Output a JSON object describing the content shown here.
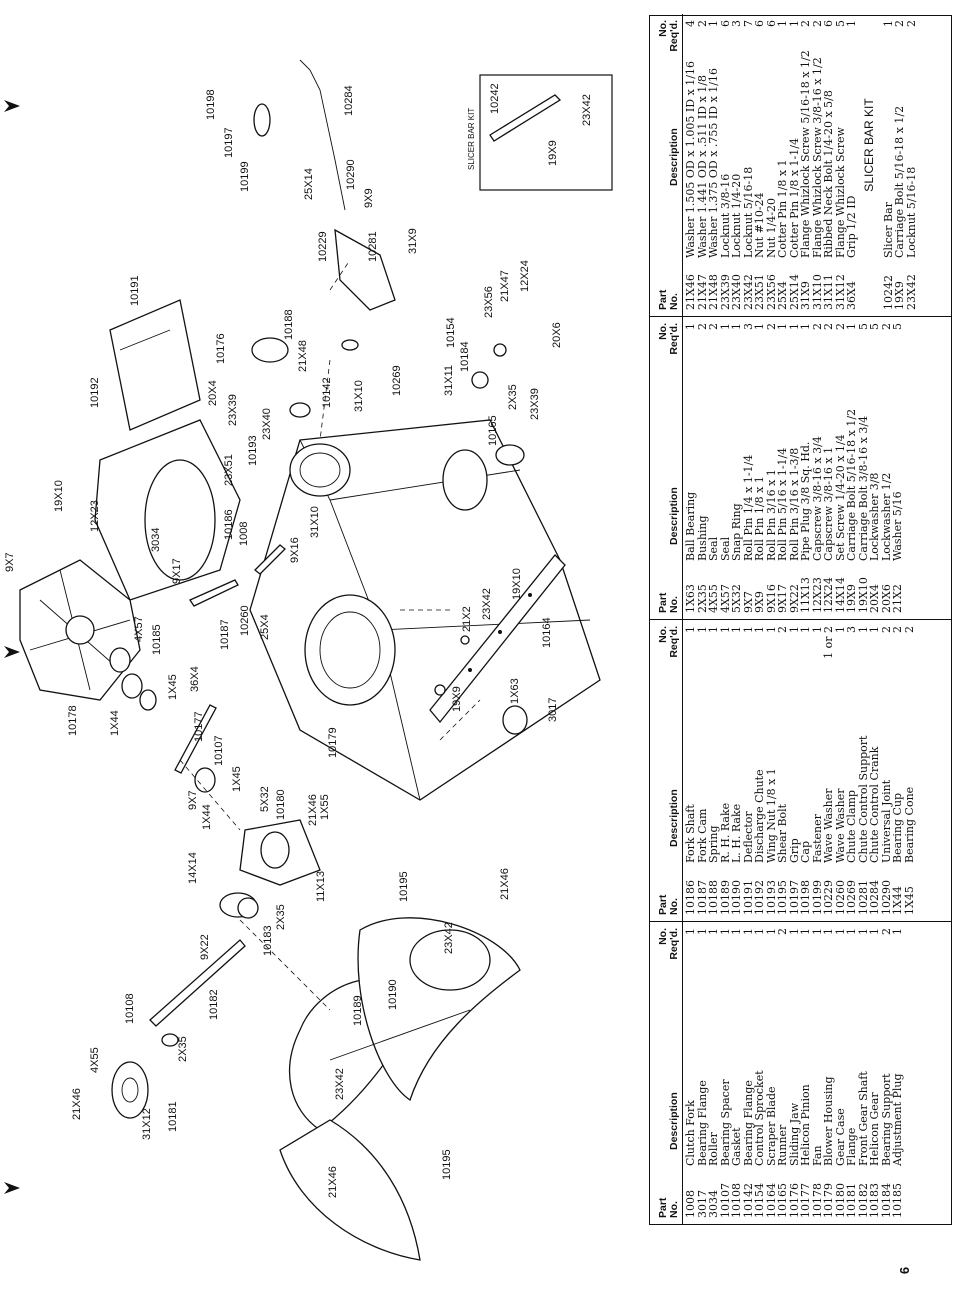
{
  "diagram": {
    "callouts": {
      "c21X46a": "21X46",
      "c4X55": "4X55",
      "c10108": "10108",
      "c31X12": "31X12",
      "c10181": "10181",
      "c2X35a": "2X35",
      "c10182": "10182",
      "c9X22": "9X22",
      "c10183": "10183",
      "c2X35b": "2X35",
      "c14X14": "14X14",
      "c10189": "10189",
      "c10190": "10190",
      "c23X42a": "23X42",
      "c21X46b": "21X46",
      "c10195a": "10195",
      "c10195b": "10195",
      "c23X42b": "23X42",
      "c21X46c": "21X46",
      "c11X13": "11X13",
      "c9X7a": "9X7",
      "c1X44a": "1X44",
      "c10107": "10107",
      "c1X45a": "1X45",
      "c5X32": "5X32",
      "c10180": "10180",
      "c21X46d": "21X46",
      "c1X55": "1X55",
      "c10178": "10178",
      "c1X44b": "1X44",
      "c10177": "10177",
      "c1X45b": "1X45",
      "c36X4": "36X4",
      "c4X57": "4X57",
      "c10185": "10185",
      "c9X7b": "9X7",
      "c10179": "10179",
      "c9X17": "9X17",
      "c3034": "3034",
      "c1008": "1008",
      "c10187": "10187",
      "c10260": "10260",
      "c25X4": "25X4",
      "c9X16": "9X16",
      "c19X10a": "19X10",
      "c12X23": "12X23",
      "c10186": "10186",
      "c23X51": "23X51",
      "c31X10a": "31X10",
      "c10192": "10192",
      "c20X4": "20X4",
      "c23X39a": "23X39",
      "c10193": "10193",
      "c23X40": "23X40",
      "c10176": "10176",
      "c10188": "10188",
      "c21X48": "21X48",
      "c10191": "10191",
      "c10142": "10142",
      "c31X10b": "31X10",
      "c10269": "10269",
      "c19X9a": "19X9",
      "c1X63": "1X63",
      "c3017": "3017",
      "c21X2": "21X2",
      "c23X42c": "23X42",
      "c19X10b": "19X10",
      "c10164": "10164",
      "c10165": "10165",
      "c2X35c": "2X35",
      "c23X39b": "23X39",
      "c31X11": "31X11",
      "c10184": "10184",
      "c10154": "10154",
      "c23X56": "23X56",
      "c21X47": "21X47",
      "c12X24": "12X24",
      "c20X6": "20X6",
      "c10229": "10229",
      "c10281": "10281",
      "c31X9": "31X9",
      "c25X14": "25X14",
      "c10290": "10290",
      "c9X9": "9X9",
      "c10284": "10284",
      "c10198": "10198",
      "c10197": "10197",
      "c10199": "10199",
      "c10242": "10242",
      "c23X42d": "23X42",
      "c19X9b": "19X9"
    },
    "kit_title": "SLICER BAR KIT"
  },
  "table": {
    "headers": {
      "part_no": "Part No.",
      "description": "Description",
      "no_reqd": "No. Req'd."
    },
    "columns": [
      [
        {
          "part": "1008",
          "desc": "Clutch Fork",
          "qty": "1"
        },
        {
          "part": "3017",
          "desc": "Bearing Flange",
          "qty": "1"
        },
        {
          "part": "3034",
          "desc": "Roller",
          "qty": "1"
        },
        {
          "part": "10107",
          "desc": "Bearing Spacer",
          "qty": "1"
        },
        {
          "part": "10108",
          "desc": "Gasket",
          "qty": "1"
        },
        {
          "part": "10142",
          "desc": "Bearing Flange",
          "qty": "1"
        },
        {
          "part": "10154",
          "desc": "Control Sprocket",
          "qty": "1"
        },
        {
          "part": "10164",
          "desc": "Scraper Blade",
          "qty": "1"
        },
        {
          "part": "10165",
          "desc": "Runner",
          "qty": "2"
        },
        {
          "part": "10176",
          "desc": "Sliding Jaw",
          "qty": "1"
        },
        {
          "part": "10177",
          "desc": "Helicon Pinion",
          "qty": "1"
        },
        {
          "part": "10178",
          "desc": "Fan",
          "qty": "1"
        },
        {
          "part": "10179",
          "desc": "Blower Housing",
          "qty": "1"
        },
        {
          "part": "10180",
          "desc": "Gear Case",
          "qty": "1"
        },
        {
          "part": "10181",
          "desc": "Flange",
          "qty": "1"
        },
        {
          "part": "10182",
          "desc": "Front Gear Shaft",
          "qty": "1"
        },
        {
          "part": "10183",
          "desc": "Helicon Gear",
          "qty": "1"
        },
        {
          "part": "10184",
          "desc": "Bearing Support",
          "qty": "2"
        },
        {
          "part": "10185",
          "desc": "Adjustment Plug",
          "qty": "1"
        }
      ],
      [
        {
          "part": "10186",
          "desc": "Fork Shaft",
          "qty": "1"
        },
        {
          "part": "10187",
          "desc": "Fork Cam",
          "qty": "1"
        },
        {
          "part": "10188",
          "desc": "Spring",
          "qty": "1"
        },
        {
          "part": "10189",
          "desc": "R. H. Rake",
          "qty": "1"
        },
        {
          "part": "10190",
          "desc": "L. H. Rake",
          "qty": "1"
        },
        {
          "part": "10191",
          "desc": "Deflector",
          "qty": "1"
        },
        {
          "part": "10192",
          "desc": "Discharge Chute",
          "qty": "1"
        },
        {
          "part": "10193",
          "desc": "Wing Nut 1/8 x 1",
          "qty": "1"
        },
        {
          "part": "10195",
          "desc": "Shear Bolt",
          "qty": "2"
        },
        {
          "part": "10197",
          "desc": "Grip",
          "qty": "1"
        },
        {
          "part": "10198",
          "desc": "Cap",
          "qty": "1"
        },
        {
          "part": "10199",
          "desc": "Fastener",
          "qty": "1"
        },
        {
          "part": "10229",
          "desc": "Wave Washer",
          "qty": "1 or 2"
        },
        {
          "part": "10260",
          "desc": "Wave Washer",
          "qty": "1"
        },
        {
          "part": "10269",
          "desc": "Chute Clamp",
          "qty": "3"
        },
        {
          "part": "10281",
          "desc": "Chute Control Support",
          "qty": "1"
        },
        {
          "part": "10284",
          "desc": "Chute Control Crank",
          "qty": "1"
        },
        {
          "part": "10290",
          "desc": "Universal Joint",
          "qty": "2"
        },
        {
          "part": "1X44",
          "desc": "Bearing Cup",
          "qty": "2"
        },
        {
          "part": "1X45",
          "desc": "Bearing Cone",
          "qty": "2"
        }
      ],
      [
        {
          "part": "1X63",
          "desc": "Ball Bearing",
          "qty": "1"
        },
        {
          "part": "2X35",
          "desc": "Bushing",
          "qty": "2"
        },
        {
          "part": "4X55",
          "desc": "Seal",
          "qty": "2"
        },
        {
          "part": "4X57",
          "desc": "Seal",
          "qty": "1"
        },
        {
          "part": "5X32",
          "desc": "Snap Ring",
          "qty": "1"
        },
        {
          "part": "9X7",
          "desc": "Roll Pin 1/4 x 1-1/4",
          "qty": "3"
        },
        {
          "part": "9X9",
          "desc": "Roll Pin 1/8 x 1",
          "qty": "1"
        },
        {
          "part": "9X16",
          "desc": "Roll Pin 3/16 x 1",
          "qty": "2"
        },
        {
          "part": "9X17",
          "desc": "Roll Pin 5/16 x 1-1/4",
          "qty": "1"
        },
        {
          "part": "9X22",
          "desc": "Roll Pin 3/16 x 1-3/8",
          "qty": "1"
        },
        {
          "part": "11X13",
          "desc": "Pipe Plug 3/8 Sq. Hd.",
          "qty": "1"
        },
        {
          "part": "12X23",
          "desc": "Capscrew 3/8-16 x 3/4",
          "qty": "2"
        },
        {
          "part": "12X24",
          "desc": "Capscrew 3/8-16 x 1",
          "qty": "2"
        },
        {
          "part": "14X14",
          "desc": "Set Screw 1/4-20 x 1/4",
          "qty": "2"
        },
        {
          "part": "19X9",
          "desc": "Carriage Bolt 5/16-18 x 1/2",
          "qty": "1"
        },
        {
          "part": "19X10",
          "desc": "Carriage Bolt 3/8-16 x 3/4",
          "qty": "5"
        },
        {
          "part": "20X4",
          "desc": "Lockwasher 3/8",
          "qty": "5"
        },
        {
          "part": "20X6",
          "desc": "Lockwasher 1/2",
          "qty": "2"
        },
        {
          "part": "21X2",
          "desc": "Washer 5/16",
          "qty": "5"
        }
      ],
      [
        {
          "part": "21X46",
          "desc": "Washer 1.505 OD x 1.005 ID x 1/16",
          "qty": "4"
        },
        {
          "part": "21X47",
          "desc": "Washer 1.441 OD x .511 ID x 1/8",
          "qty": "2"
        },
        {
          "part": "21X48",
          "desc": "Washer 1.375 OD x .755 ID x 1/16",
          "qty": "1"
        },
        {
          "part": "23X39",
          "desc": "Locknut 3/8-16",
          "qty": "6"
        },
        {
          "part": "23X40",
          "desc": "Locknut 1/4-20",
          "qty": "3"
        },
        {
          "part": "23X42",
          "desc": "Locknut 5/16-18",
          "qty": "7"
        },
        {
          "part": "23X51",
          "desc": "Nut #10-24",
          "qty": "6"
        },
        {
          "part": "23X56",
          "desc": "Nut 1/4-20",
          "qty": "6"
        },
        {
          "part": "25X4",
          "desc": "Cotter Pin 1/8 x 1",
          "qty": "1"
        },
        {
          "part": "25X14",
          "desc": "Cotter Pin 1/8 x 1-1/4",
          "qty": "1"
        },
        {
          "part": "31X9",
          "desc": "Flange Whizlock Screw 5/16-18 x 1/2",
          "qty": "2"
        },
        {
          "part": "31X10",
          "desc": "Flange Whizlock Screw 3/8-16 x 1/2",
          "qty": "2"
        },
        {
          "part": "31X11",
          "desc": "Ribbed Neck Bolt 1/4-20 x 5/8",
          "qty": "6"
        },
        {
          "part": "31X12",
          "desc": "Flange Whizlock Screw",
          "qty": "5"
        },
        {
          "part": "36X4",
          "desc": "Grip 1/2 ID",
          "qty": "1"
        }
      ]
    ],
    "kit_heading": "SLICER BAR KIT",
    "kit_rows": [
      {
        "part": "10242",
        "desc": "Slicer Bar",
        "qty": "1"
      },
      {
        "part": "19X9",
        "desc": "Carriage Bolt 5/16-18 x 1/2",
        "qty": "2"
      },
      {
        "part": "23X42",
        "desc": "Locknut 5/16-18",
        "qty": "2"
      }
    ]
  },
  "page_number": "6"
}
